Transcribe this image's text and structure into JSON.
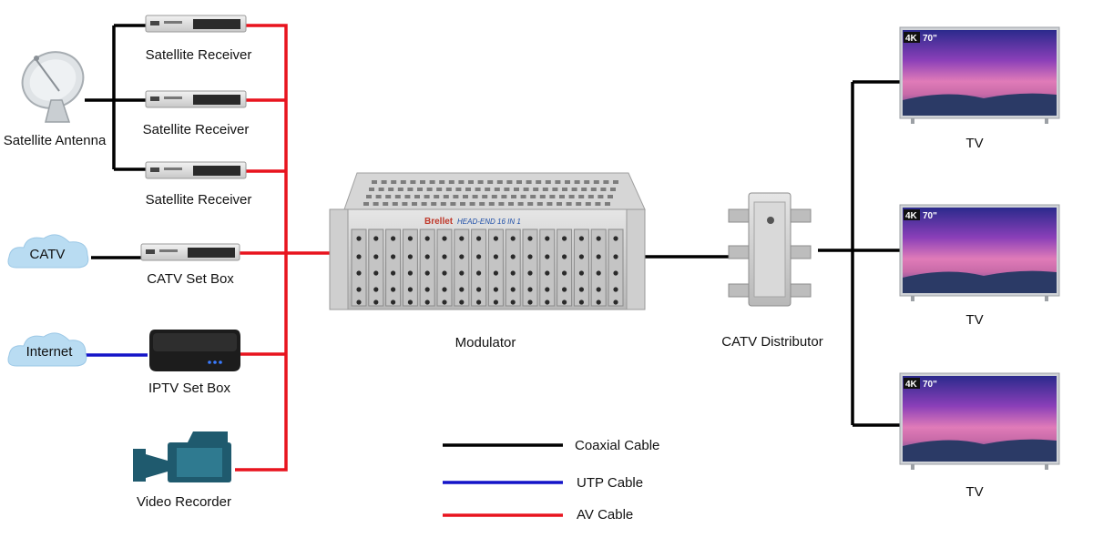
{
  "colors": {
    "coaxial": "#000000",
    "utp": "#1414c8",
    "av": "#e8141e",
    "cloud": "#b9dcf2",
    "recorder": "#1f5a6e"
  },
  "sources": {
    "satellite_antenna": {
      "label": "Satellite Antenna",
      "icon": "satellite-dish-icon"
    },
    "satellite_receivers": [
      {
        "label": "Satellite Receiver",
        "icon": "set-top-box-icon"
      },
      {
        "label": "Satellite Receiver",
        "icon": "set-top-box-icon"
      },
      {
        "label": "Satellite Receiver",
        "icon": "set-top-box-icon"
      }
    ],
    "catv_cloud": {
      "label": "CATV",
      "icon": "cloud-icon"
    },
    "catv_set_box": {
      "label": "CATV Set Box",
      "icon": "set-top-box-icon"
    },
    "internet_cloud": {
      "label": "Internet",
      "icon": "cloud-icon"
    },
    "iptv_set_box": {
      "label": "IPTV Set Box",
      "icon": "media-box-icon"
    },
    "video_recorder": {
      "label": "Video Recorder",
      "icon": "video-camera-icon"
    }
  },
  "modulator": {
    "label": "Modulator",
    "brand": "Brellet",
    "model": "HEAD-END 16 IN 1",
    "icon": "rack-modulator-icon"
  },
  "distributor": {
    "label": "CATV Distributor",
    "icon": "splitter-icon"
  },
  "tvs": [
    {
      "label": "TV",
      "badge_4k": "4K",
      "badge_size": "70\"",
      "icon": "tv-icon"
    },
    {
      "label": "TV",
      "badge_4k": "4K",
      "badge_size": "70\"",
      "icon": "tv-icon"
    },
    {
      "label": "TV",
      "badge_4k": "4K",
      "badge_size": "70\"",
      "icon": "tv-icon"
    }
  ],
  "legend": [
    {
      "label": "Coaxial Cable",
      "color": "#000000"
    },
    {
      "label": "UTP Cable",
      "color": "#1414c8"
    },
    {
      "label": "AV Cable",
      "color": "#e8141e"
    }
  ]
}
